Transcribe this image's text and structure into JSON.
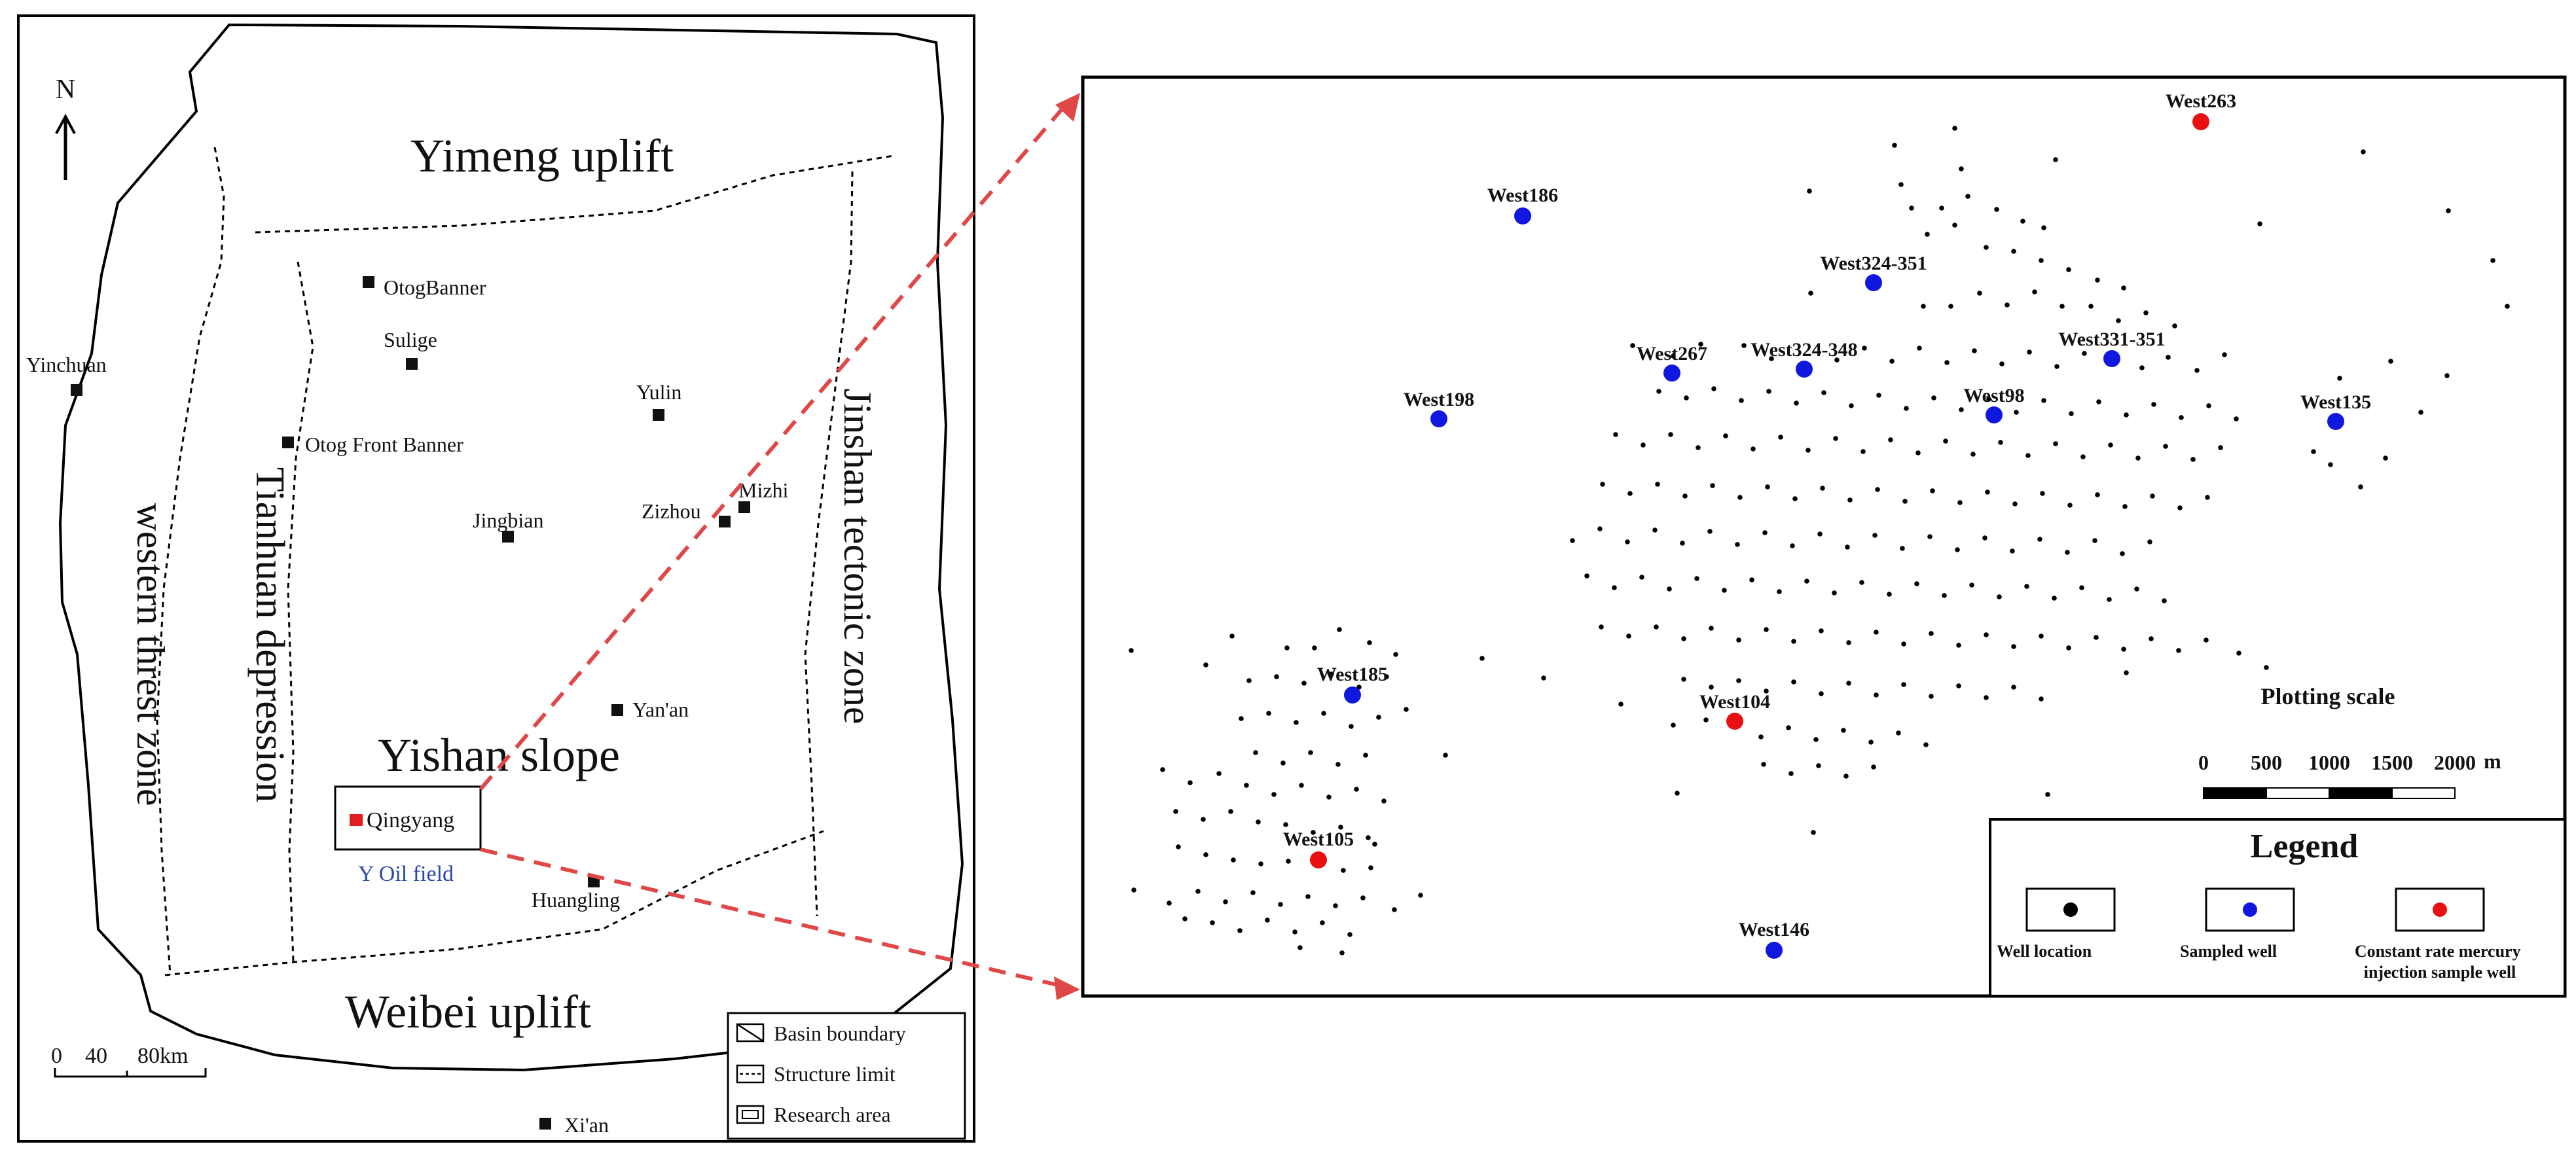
{
  "left_map": {
    "north_label": "N",
    "regions": [
      {
        "name": "yimeng-uplift",
        "label": "Yimeng uplift"
      },
      {
        "name": "tianhuan-depression",
        "label": "Tianhuan depression"
      },
      {
        "name": "western-threst-zone",
        "label": "western threst zone"
      },
      {
        "name": "jinshan-tectonic-zone",
        "label": "Jinshan tectonic zone"
      },
      {
        "name": "yishan-slope",
        "label": "Yishan slope"
      },
      {
        "name": "weibei-uplift",
        "label": "Weibei uplift"
      }
    ],
    "cities": [
      {
        "name": "otog-banner",
        "label": "OtogBanner"
      },
      {
        "name": "sulige",
        "label": "Sulige"
      },
      {
        "name": "yinchuan",
        "label": "Yinchuan"
      },
      {
        "name": "otog-front-banner",
        "label": "Otog Front Banner"
      },
      {
        "name": "yulin",
        "label": "Yulin"
      },
      {
        "name": "jingbian",
        "label": "Jingbian"
      },
      {
        "name": "zizhou",
        "label": "Zizhou"
      },
      {
        "name": "mizhi",
        "label": "Mizhi"
      },
      {
        "name": "yanan",
        "label": "Yan'an"
      },
      {
        "name": "huangling",
        "label": "Huangling"
      },
      {
        "name": "xian",
        "label": "Xi'an"
      }
    ],
    "research_area": {
      "city": "Qingyang",
      "field": "Y Oil field",
      "city_color": "#e21f1f",
      "field_color": "#2b4aa8"
    },
    "scale": {
      "ticks": [
        "0",
        "40",
        "80km"
      ]
    },
    "legend": {
      "items": [
        "Basin boundary",
        "Structure limit",
        "Research area"
      ]
    }
  },
  "right_map": {
    "colors": {
      "sampled": "#1018e0",
      "mercury": "#e81010",
      "well": "#000000",
      "arrow": "#e04848"
    },
    "sampled_wells": [
      "West186",
      "West324-351",
      "West267",
      "West324-348",
      "West331-351",
      "West198",
      "West98",
      "West135",
      "West185",
      "West146"
    ],
    "mercury_wells": [
      "West263",
      "West104",
      "West105"
    ],
    "scale": {
      "title": "Plotting scale",
      "ticks": [
        "0",
        "500",
        "1000",
        "1500",
        "2000"
      ],
      "unit": "m"
    },
    "legend": {
      "title": "Legend",
      "items": [
        "Well location",
        "Sampled well",
        "Constant rate mercury injection sample well"
      ]
    }
  }
}
